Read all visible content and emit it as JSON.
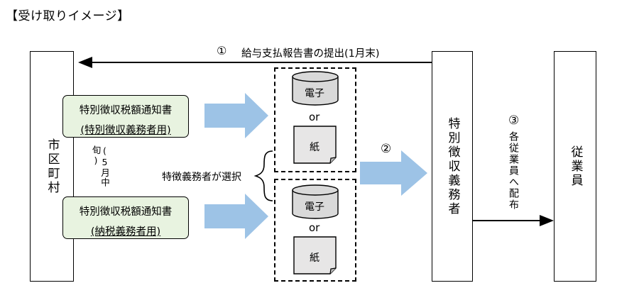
{
  "title": "【受け取りイメージ】",
  "municipality": "市区町村",
  "special_collector": "特別徴収義務者",
  "employees": "従業員",
  "notices": [
    {
      "line1": "特別徴収税額通知書",
      "line2": "(特別徴収義務者用)"
    },
    {
      "line1": "特別徴収税額通知書",
      "line2": "(納税義務者用)"
    }
  ],
  "mid_may": "(5月中旬)",
  "selection_label": "特徴義務者が選択",
  "media": {
    "electronic": "電子",
    "or": "or",
    "paper": "紙"
  },
  "steps": [
    {
      "num": "①",
      "label": "給与支払報告書の提出(1月末)"
    },
    {
      "num": "②",
      "label": ""
    },
    {
      "num": "③",
      "label": "各従業員へ配布"
    }
  ],
  "colors": {
    "notice_fill": "#e8f3e0",
    "arrow_blue": "#9dc3e6",
    "cylinder_fill": "#d9d9d9",
    "paper_fill": "#e7e6e6"
  }
}
